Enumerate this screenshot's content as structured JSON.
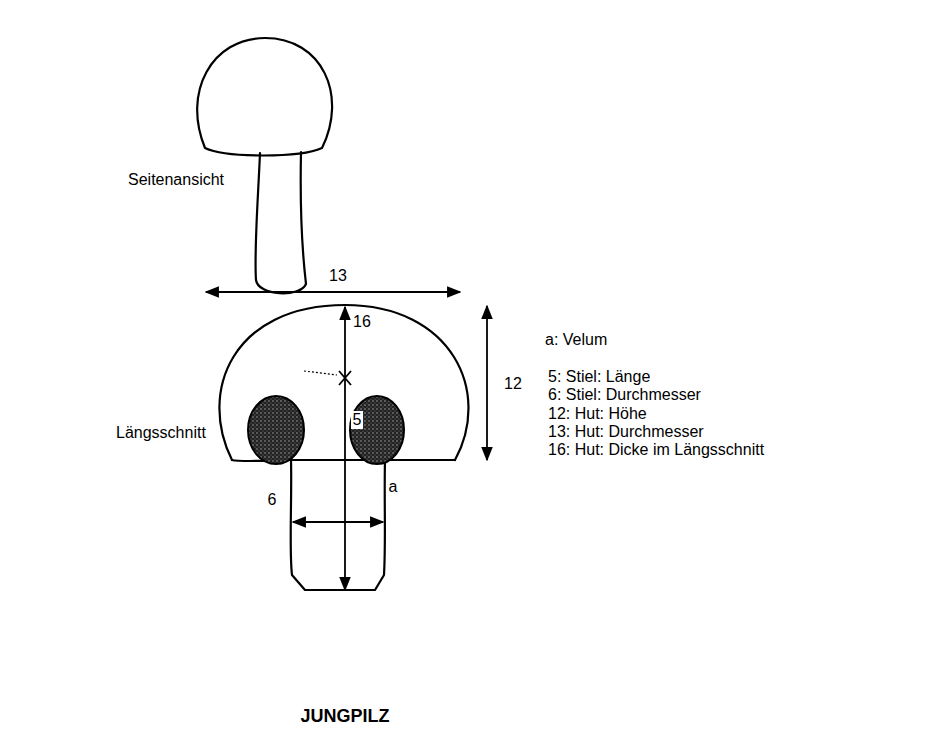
{
  "diagram": {
    "caption": "JUNGPILZ",
    "labels": [
      "Seitenansicht",
      "Längsschnitt",
      "13",
      "16",
      "12",
      "5",
      "6",
      "a",
      "a: Velum",
      "5: Stiel: Länge",
      "6: Stiel: Durchmesser",
      "12: Hut: Höhe",
      "13: Hut: Durchmesser",
      "16: Hut: Dicke im Längsschnitt"
    ]
  }
}
